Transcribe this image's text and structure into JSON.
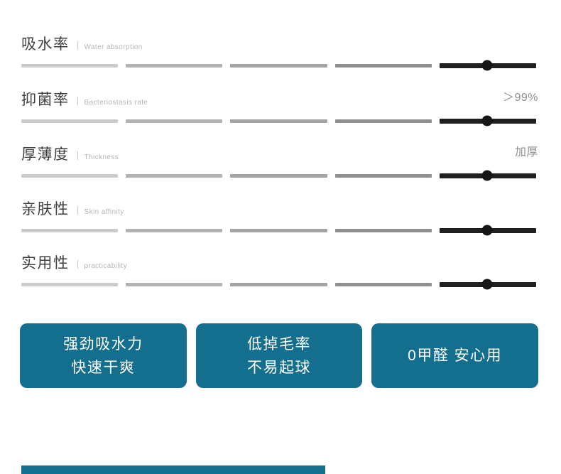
{
  "page": {
    "background": "#ffffff",
    "accent_teal": "#146e8e"
  },
  "specs": {
    "rows": [
      {
        "label_zh": "吸水率",
        "label_en": "Water absorption",
        "note": ""
      },
      {
        "label_zh": "抑菌率",
        "label_en": "Bacteriostasis rate",
        "note": "＞99%"
      },
      {
        "label_zh": "厚薄度",
        "label_en": "Thickness",
        "note": "加厚"
      },
      {
        "label_zh": "亲肤性",
        "label_en": "Skin affinity",
        "note": ""
      },
      {
        "label_zh": "实用性",
        "label_en": "practicability",
        "note": ""
      }
    ],
    "segment_colors": [
      "#cbcbcb",
      "#b3b3b3",
      "#a3a3a3",
      "#909090",
      "#1f1f1f"
    ],
    "dot_color": "#161616",
    "dot_position_pct": 49
  },
  "highlights": [
    {
      "lines": [
        "强劲吸水力",
        "快速干爽"
      ]
    },
    {
      "lines": [
        "低掉毛率",
        "不易起球"
      ]
    },
    {
      "lines": [
        "0甲醛 安心用"
      ]
    }
  ],
  "chart_data": {
    "type": "bar",
    "title": "",
    "categories": [
      "吸水率",
      "抑菌率",
      "厚薄度",
      "亲肤性",
      "实用性"
    ],
    "category_labels_en": [
      "Water absorption",
      "Bacteriostasis rate",
      "Thickness",
      "Skin affinity",
      "practicability"
    ],
    "series": [
      {
        "name": "rating (filled segments of 5)",
        "values": [
          5,
          5,
          5,
          5,
          5
        ]
      },
      {
        "name": "slider dot position (% of track)",
        "values": [
          87,
          87,
          87,
          87,
          87
        ]
      }
    ],
    "segments_per_track": 5,
    "annotations": [
      {
        "category": "抑菌率",
        "text": "＞99%"
      },
      {
        "category": "厚薄度",
        "text": "加厚"
      }
    ],
    "legend_position": "none",
    "grid": false
  }
}
